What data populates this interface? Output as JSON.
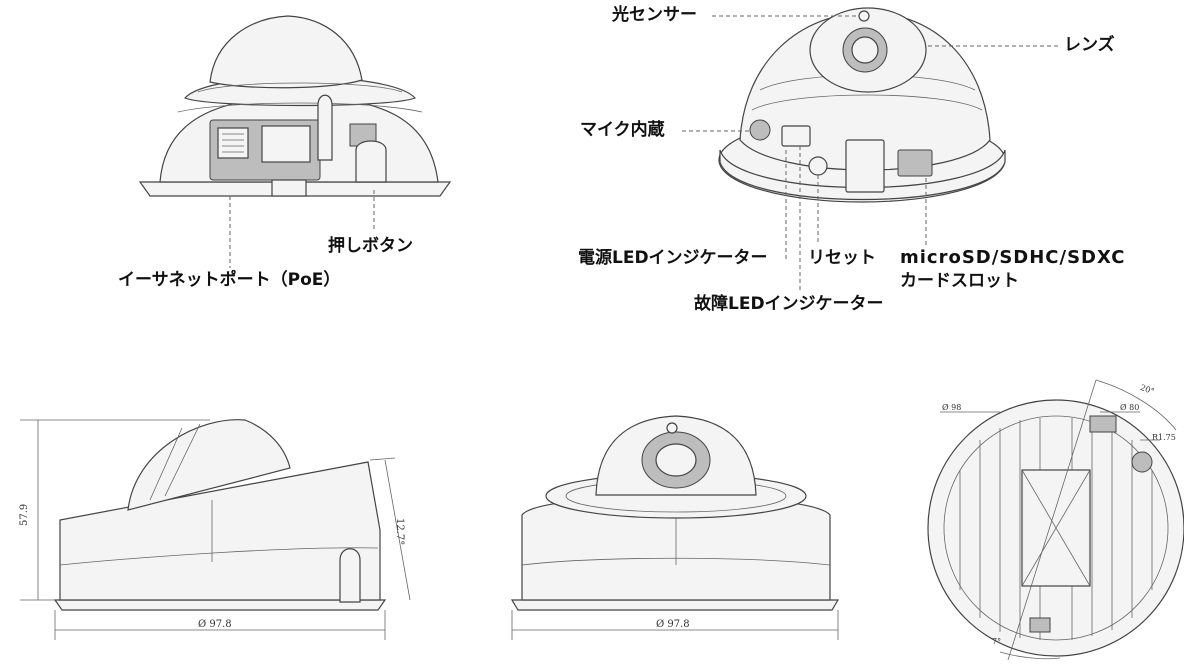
{
  "labels": {
    "light_sensor": "光センサー",
    "lens": "レンズ",
    "microphone": "マイク内蔵",
    "push_button": "押しボタン",
    "ethernet_port": "イーサネットポート（PoE）",
    "power_led": "電源LEDインジケーター",
    "reset": "リセット",
    "sd_slot_line1": "microSD/SDHC/SDXC",
    "sd_slot_line2": "カードスロット",
    "fault_led": "故障LEDインジケーター"
  },
  "dimensions": {
    "side_height": "57.9",
    "side_tilt": "12.7°",
    "side_diameter": "Ø 97.8",
    "front_diameter": "Ø 97.8",
    "bottom_outer": "Ø 98",
    "bottom_inner": "Ø 80",
    "bottom_hole": "R1.75",
    "bottom_angle": "20°",
    "bottom_small": "7°"
  }
}
